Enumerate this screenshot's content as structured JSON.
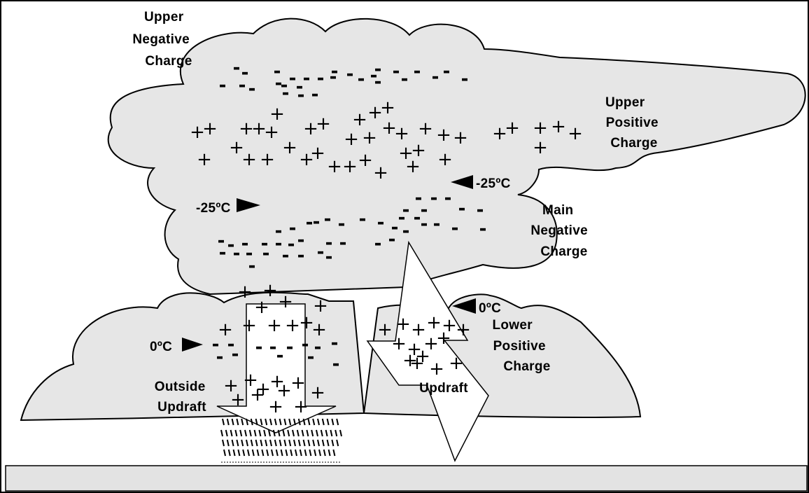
{
  "labels": {
    "upper_negative": [
      "Upper",
      "Negative",
      "Charge"
    ],
    "upper_positive": [
      "Upper",
      "Positive",
      "Charge"
    ],
    "main_negative": [
      "Main",
      "Negative",
      "Charge"
    ],
    "lower_positive": [
      "Lower",
      "Positive",
      "Charge"
    ],
    "outside_updraft": [
      "Outside",
      "Updraft"
    ],
    "updraft": "Updraft",
    "temp_left_upper": "-25ºC",
    "temp_right_upper": "-25ºC",
    "temp_left_lower": "0ºC",
    "temp_right_lower": "0ºC"
  },
  "symbols": {
    "positive": "+",
    "negative": "-"
  },
  "colors": {
    "cloud_fill": "#e6e6e6",
    "cloud_stroke": "#000000",
    "ground": "#e3e3e3",
    "arrow_fill": "#ffffff"
  }
}
